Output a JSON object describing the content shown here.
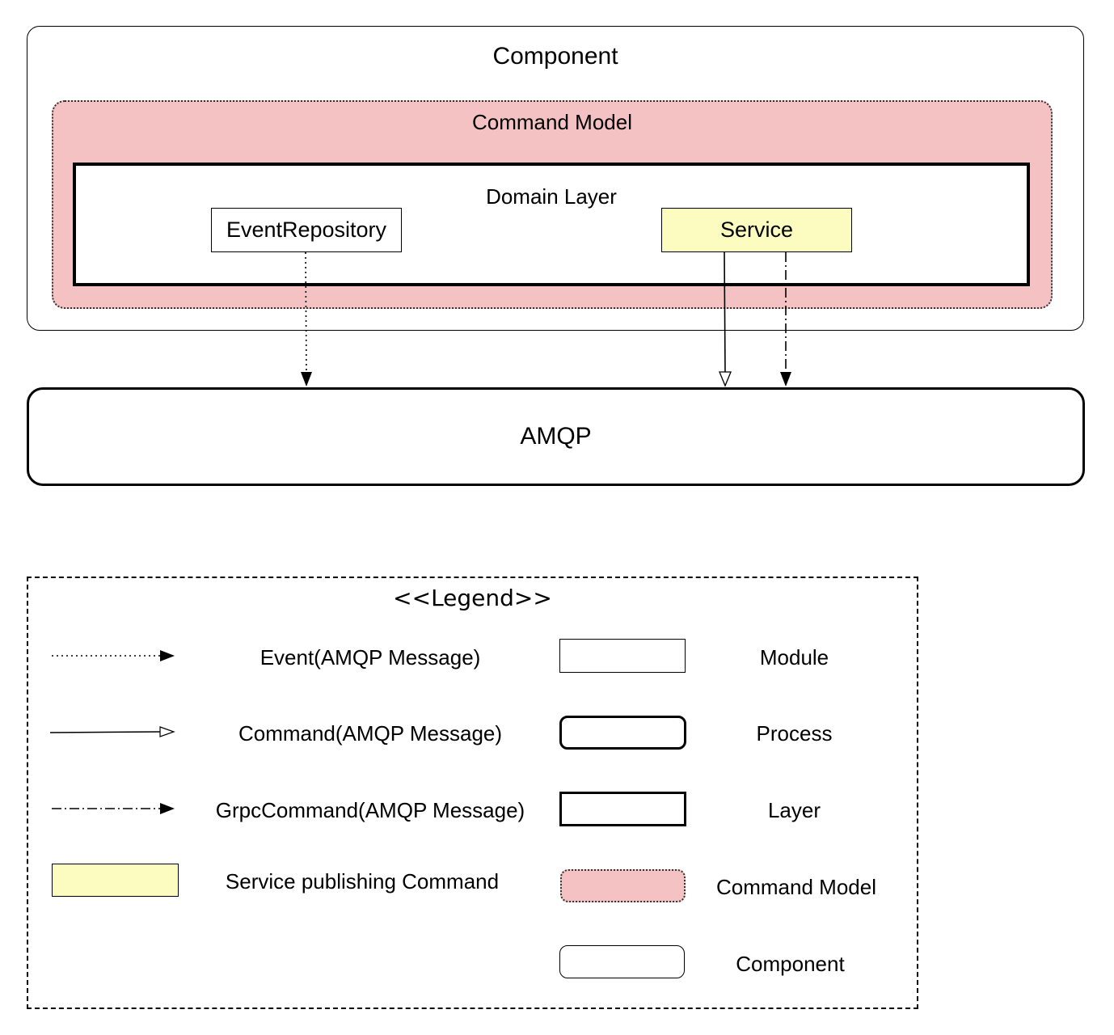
{
  "diagram": {
    "component_title": "Component",
    "command_model_title": "Command Model",
    "domain_layer_title": "Domain Layer",
    "event_repository_label": "EventRepository",
    "service_label": "Service",
    "amqp_label": "AMQP"
  },
  "legend": {
    "title": "<<Legend>>",
    "event_label": "Event(AMQP Message)",
    "command_label": "Command(AMQP Message)",
    "grpc_command_label": "GrpcCommand(AMQP Message)",
    "service_publishing_label": "Service publishing Command",
    "module_label": "Module",
    "process_label": "Process",
    "layer_label": "Layer",
    "command_model_label": "Command Model",
    "component_label": "Component"
  },
  "colors": {
    "command_model_fill": "#f4c2c2",
    "service_fill": "#fdfcc0"
  }
}
